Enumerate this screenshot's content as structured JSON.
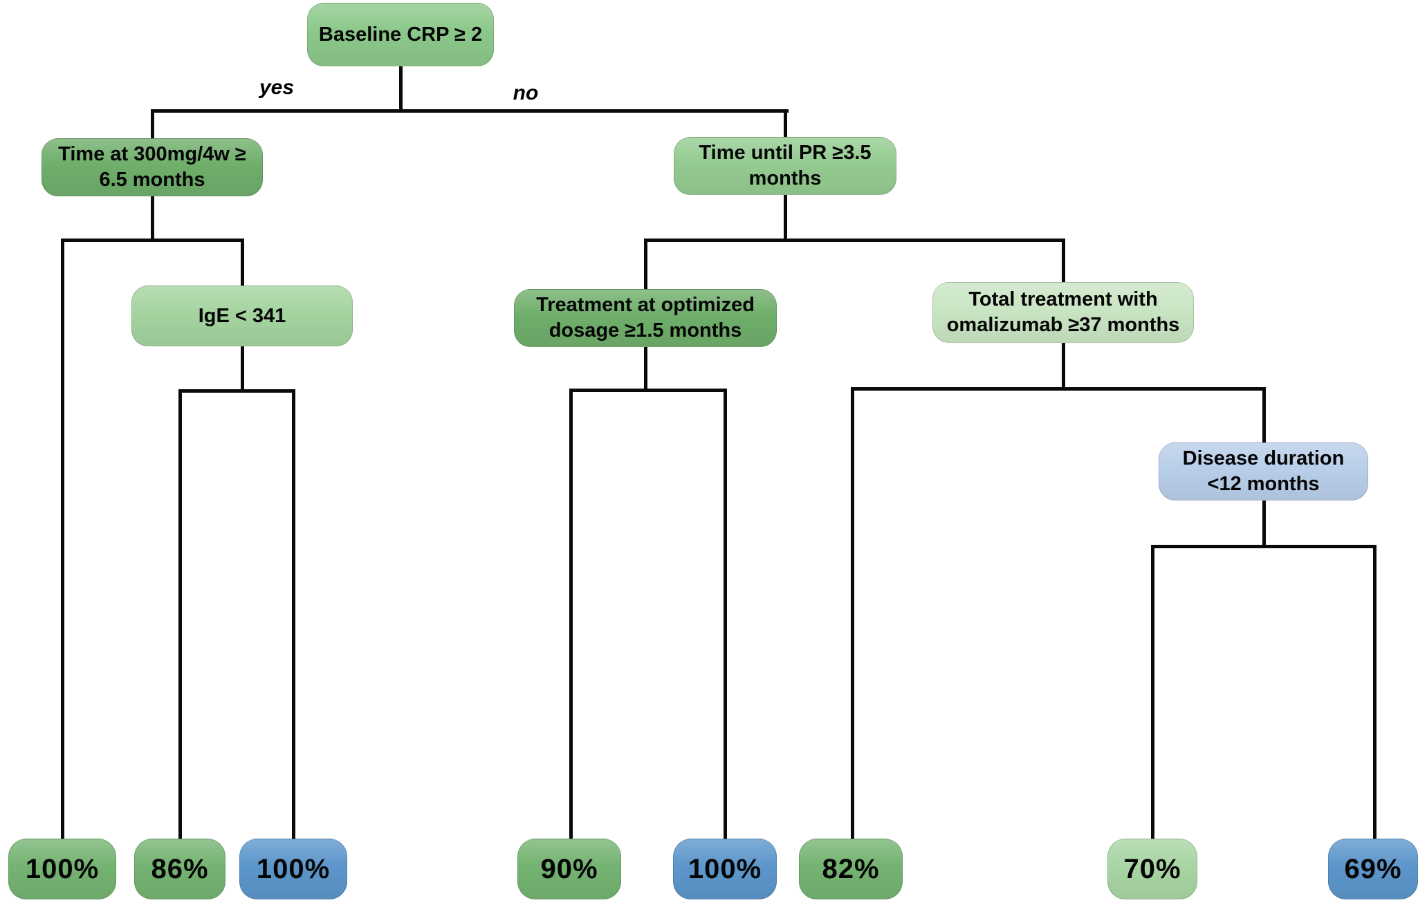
{
  "tree": {
    "edge_labels": {
      "yes": "yes",
      "no": "no"
    },
    "nodes": [
      {
        "id": "root",
        "label": "Baseline CRP ≥ 2",
        "color": "#8cc88a"
      },
      {
        "id": "time-300mg",
        "label": "Time at 300mg/4w ≥\n6.5 months",
        "color": "#6fae6b"
      },
      {
        "id": "ige",
        "label": "IgE < 341",
        "color": "#a4d49f"
      },
      {
        "id": "time-until-pr",
        "label": "Time until PR ≥3.5\nmonths",
        "color": "#94cb90"
      },
      {
        "id": "treatment-optimized",
        "label": "Treatment at optimized\ndosage ≥1.5 months",
        "color": "#6fae6b"
      },
      {
        "id": "total-treatment",
        "label": "Total treatment with\nomalizumab ≥37 months",
        "color": "#c9e5c3"
      },
      {
        "id": "disease-duration",
        "label": "Disease duration\n<12 months",
        "color": "#b8cee9"
      }
    ],
    "leaves": [
      {
        "value": "100%",
        "color": "#74b371"
      },
      {
        "value": "86%",
        "color": "#74b371"
      },
      {
        "value": "100%",
        "color": "#5c96cb"
      },
      {
        "value": "90%",
        "color": "#74b371"
      },
      {
        "value": "100%",
        "color": "#5c96cb"
      },
      {
        "value": "82%",
        "color": "#74b371"
      },
      {
        "value": "70%",
        "color": "#a8d5a3"
      },
      {
        "value": "69%",
        "color": "#5c96cb"
      }
    ],
    "line_color": "#0a0a0a"
  }
}
